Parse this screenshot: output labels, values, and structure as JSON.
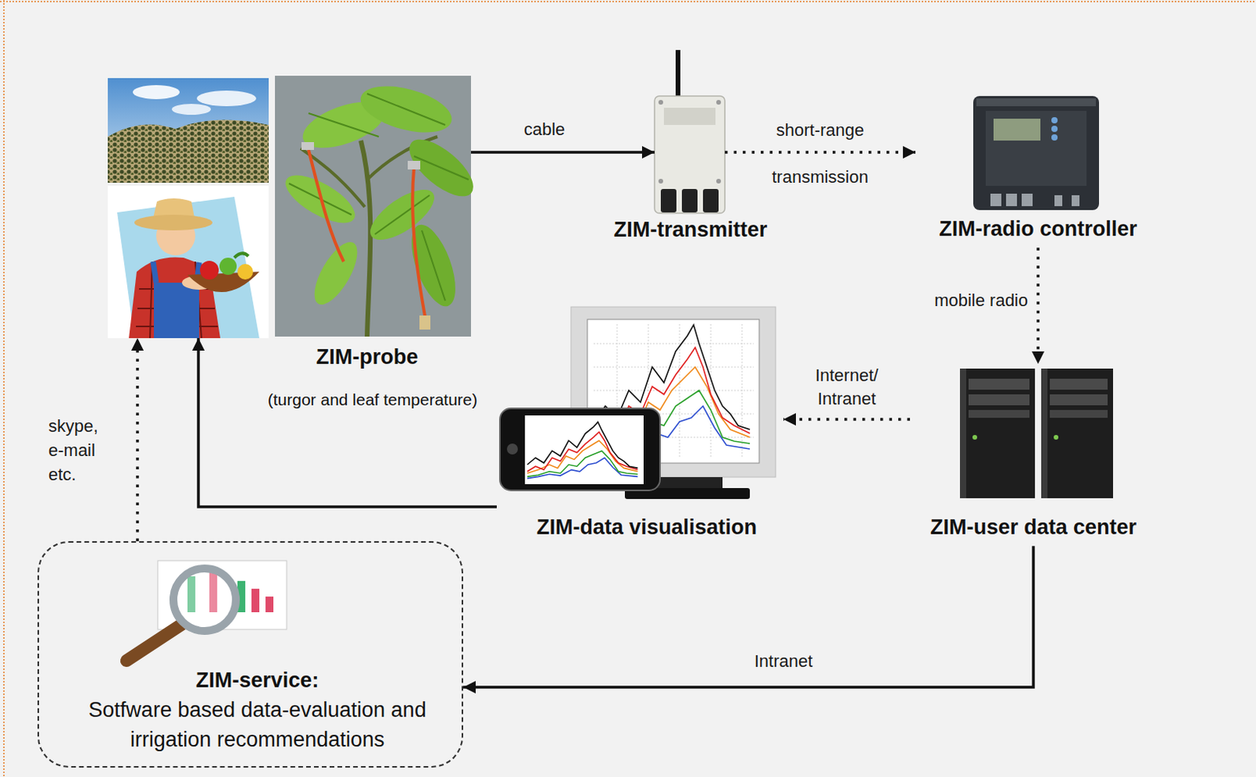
{
  "diagram": {
    "nodes": [
      {
        "text": [
          "ZIM-probe",
          "(turgor and leaf temperature)"
        ]
      },
      {
        "text": [
          "ZIM-transmitter"
        ]
      },
      {
        "text": [
          "ZIM-radio controller"
        ]
      },
      {
        "text": [
          "ZIM-data visualisation"
        ]
      },
      {
        "text": [
          "ZIM-user data center"
        ]
      },
      {
        "text": [
          "ZIM-service:",
          "Sotfware based data-evaluation and irrigation recommendations"
        ]
      }
    ],
    "edges": [
      {
        "from": 0,
        "to": 1,
        "arrow": "to",
        "label": "cable"
      },
      {
        "from": 1,
        "to": 2,
        "arrow": "to",
        "label": "short-range transmission"
      },
      {
        "from": 2,
        "to": 4,
        "arrow": "to",
        "label": "mobile radio"
      },
      {
        "from": 4,
        "to": 3,
        "arrow": "to",
        "label": "Internet/ Intranet"
      },
      {
        "from": 3,
        "to": 0,
        "arrow": "to"
      },
      {
        "from": 4,
        "to": 5,
        "arrow": "to",
        "label": "Intranet"
      },
      {
        "from": 5,
        "to": 0,
        "arrow": "to",
        "label": "skype, e-mail etc."
      }
    ]
  }
}
